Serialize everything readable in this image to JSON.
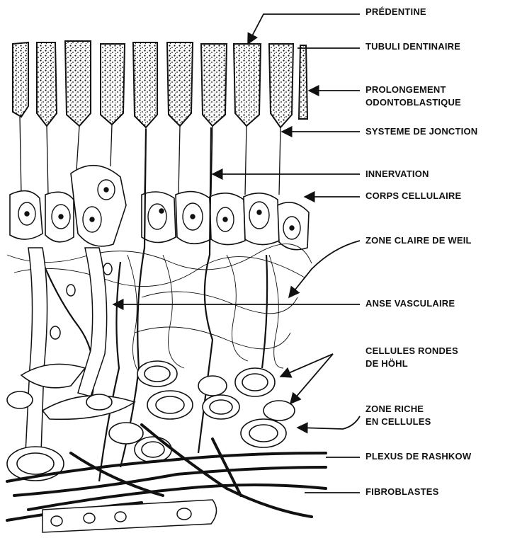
{
  "labels": {
    "predentine": "PRÉDENTINE",
    "tubuli": "TUBULI DENTINAIRE",
    "prolongement_1": "PROLONGEMENT",
    "prolongement_2": "ODONTOBLASTIQUE",
    "jonction": "SYSTEME DE JONCTION",
    "innervation": "INNERVATION",
    "corps": "CORPS CELLULAIRE",
    "weil": "ZONE CLAIRE DE WEIL",
    "anse": "ANSE VASCULAIRE",
    "hohl_1": "CELLULES RONDES",
    "hohl_2": "DE HÖHL",
    "riche_1": "ZONE RICHE",
    "riche_2": "EN CELLULES",
    "rashkow": "PLEXUS DE RASHKOW",
    "fibro": "FIBROBLASTES"
  }
}
